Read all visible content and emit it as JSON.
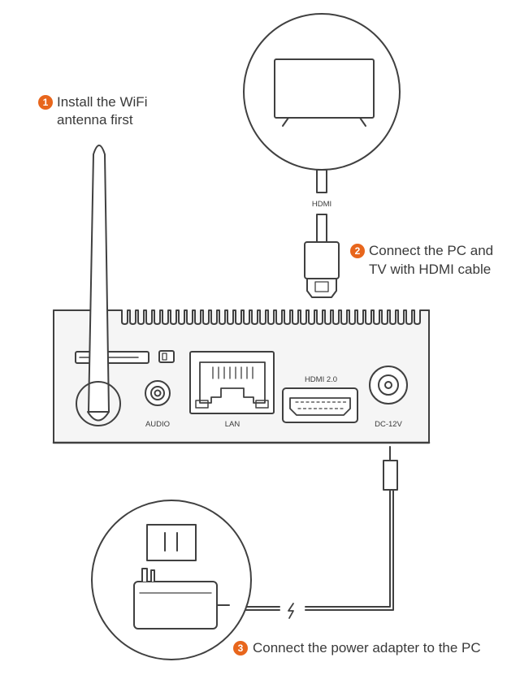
{
  "steps": [
    {
      "number": "1",
      "lines": [
        "Install the WiFi",
        "antenna first"
      ]
    },
    {
      "number": "2",
      "lines": [
        "Connect the PC and",
        "TV with HDMI cable"
      ]
    },
    {
      "number": "3",
      "lines": [
        "Connect the power adapter to the PC"
      ]
    }
  ],
  "ports": {
    "hdmi_cable": "HDMI",
    "audio": "AUDIO",
    "lan": "LAN",
    "hdmi_port": "HDMI 2.0",
    "dc": "DC-12V"
  },
  "colors": {
    "step_badge": "#e8661c",
    "line": "#404040",
    "body": "#f5f5f5"
  }
}
